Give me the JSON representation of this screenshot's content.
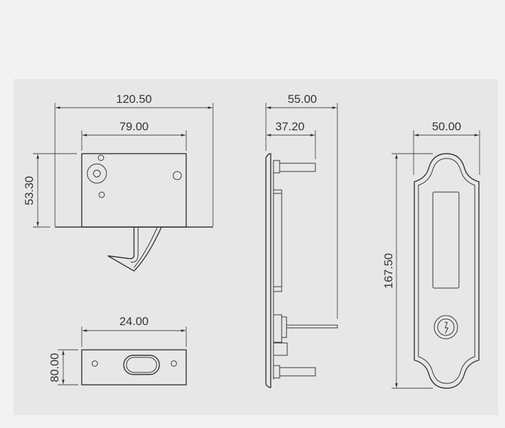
{
  "dimensions": {
    "latch_width": "120.50",
    "latch_body_width": "79.00",
    "latch_height": "53.30",
    "strike_width": "24.00",
    "strike_height": "80.00",
    "side_depth": "55.00",
    "side_pin_depth": "37.20",
    "front_width": "50.00",
    "front_height": "167.50"
  }
}
